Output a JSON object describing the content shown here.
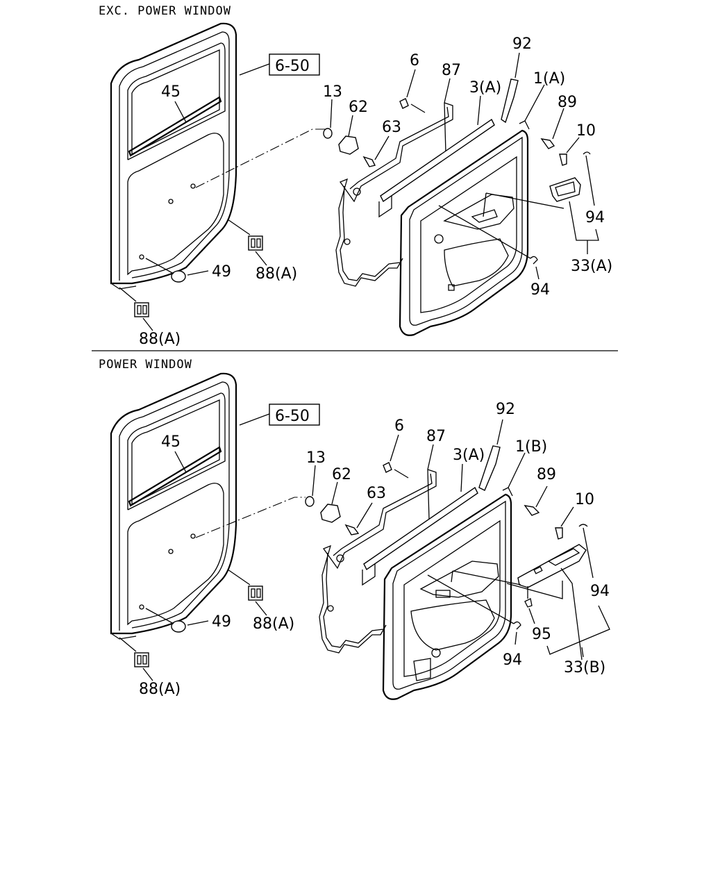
{
  "sections": [
    {
      "title": "EXC. POWER WINDOW",
      "ref_box": "6-50",
      "labels": {
        "p45": "45",
        "p13": "13",
        "p62": "62",
        "p63": "63",
        "p6": "6",
        "p87": "87",
        "p3a": "3(A)",
        "p92": "92",
        "p1": "1(A)",
        "p89": "89",
        "p10": "10",
        "p94a": "94",
        "p94b": "94",
        "p33": "33(A)",
        "p49": "49",
        "p88a": "88(A)",
        "p88b": "88(A)"
      }
    },
    {
      "title": "POWER WINDOW",
      "ref_box": "6-50",
      "labels": {
        "p45": "45",
        "p13": "13",
        "p62": "62",
        "p63": "63",
        "p6": "6",
        "p87": "87",
        "p3a": "3(A)",
        "p92": "92",
        "p1": "1(B)",
        "p89": "89",
        "p10": "10",
        "p94a": "94",
        "p94b": "94",
        "p95": "95",
        "p33": "33(B)",
        "p49": "49",
        "p88a": "88(A)",
        "p88b": "88(A)"
      }
    }
  ]
}
